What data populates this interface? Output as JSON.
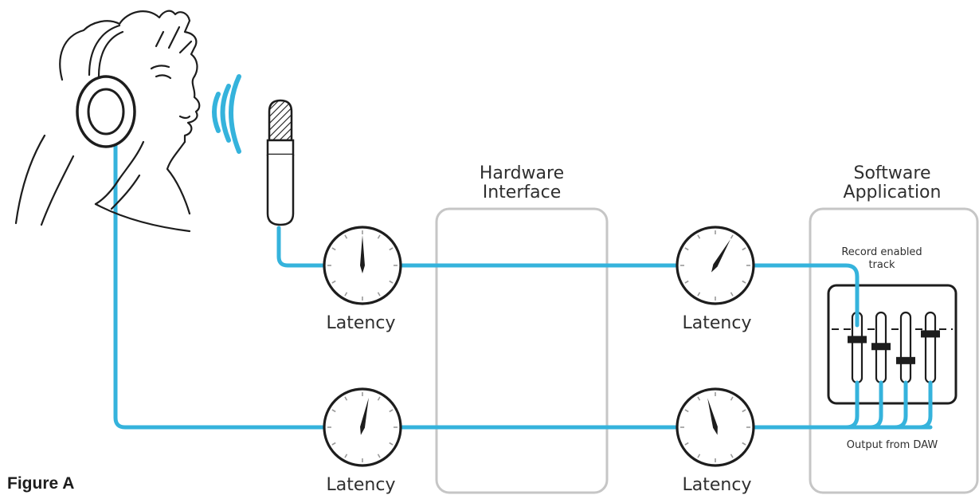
{
  "figure_label": "Figure A",
  "hardware_box": {
    "title_line1": "Hardware",
    "title_line2": "Interface"
  },
  "software_box": {
    "title_line1": "Software",
    "title_line2": "Application"
  },
  "mixer": {
    "record_label_line1": "Record enabled",
    "record_label_line2": "track",
    "output_label": "Output from DAW",
    "fader_levels": [
      0.38,
      0.48,
      0.68,
      0.3
    ]
  },
  "latency_label": "Latency",
  "gauges": [
    {
      "id": "top-left",
      "needle_deg": 0
    },
    {
      "id": "top-right",
      "needle_deg": 30
    },
    {
      "id": "bottom-left",
      "needle_deg": 12
    },
    {
      "id": "bottom-right",
      "needle_deg": -15
    }
  ],
  "colors": {
    "cable": "#35b3dc",
    "box_border": "#c6c6c6",
    "ink": "#1d1d1d"
  }
}
